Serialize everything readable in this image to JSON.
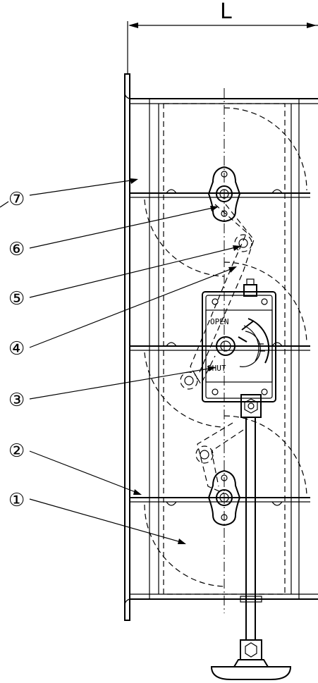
{
  "dimension": {
    "label": "L"
  },
  "gauge": {
    "open_label": "OPEN",
    "shut_label": "SHUT"
  },
  "callouts": [
    {
      "number": "⑦"
    },
    {
      "number": "⑥"
    },
    {
      "number": "⑤"
    },
    {
      "number": "④"
    },
    {
      "number": "③"
    },
    {
      "number": "②"
    },
    {
      "number": "①"
    }
  ]
}
